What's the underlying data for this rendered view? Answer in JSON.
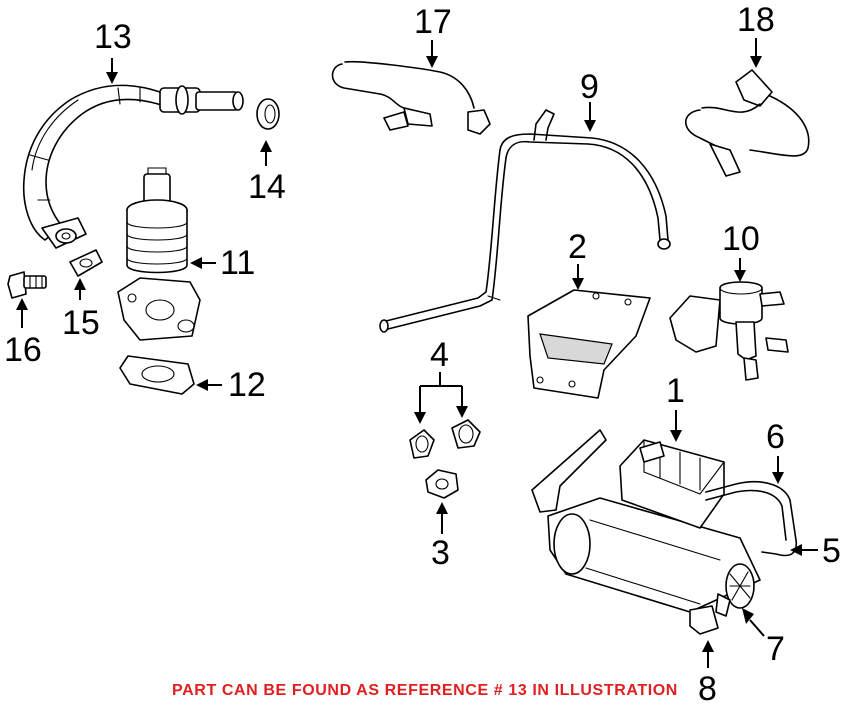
{
  "callouts": {
    "c1": "1",
    "c2": "2",
    "c3": "3",
    "c4": "4",
    "c5": "5",
    "c6": "6",
    "c7": "7",
    "c8": "8",
    "c9": "9",
    "c10": "10",
    "c11": "11",
    "c12": "12",
    "c13": "13",
    "c14": "14",
    "c15": "15",
    "c16": "16",
    "c17": "17",
    "c18": "18"
  },
  "footer": {
    "note": "PART CAN BE FOUND AS REFERENCE # 13 IN ILLUSTRATION"
  },
  "colors": {
    "note_color": "#e02020",
    "line_color": "#000000",
    "background": "#ffffff"
  }
}
